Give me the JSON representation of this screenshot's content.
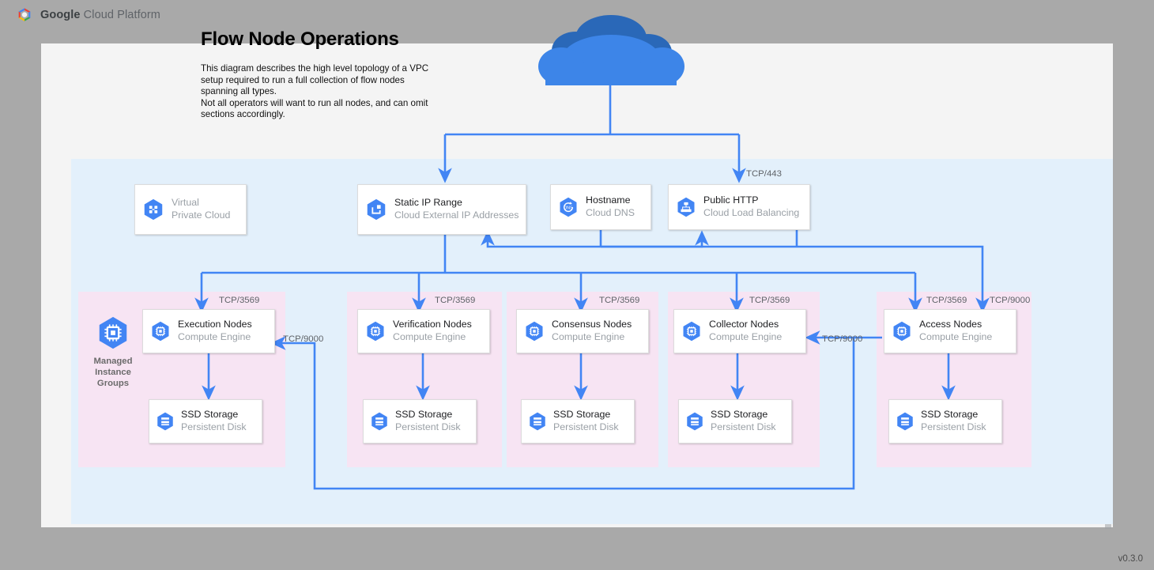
{
  "brand": {
    "google": "Google",
    "suffix": " Cloud Platform",
    "logo_icon": "google-cloud-logo-icon"
  },
  "title": "Flow Node Operations",
  "description_lines": [
    "This diagram describes the high level topology of a VPC setup required to run a full collection of flow nodes spanning all types.",
    "Not all operators will want to run all nodes, and can omit sections accordingly."
  ],
  "version": "v0.3.0",
  "internet": {
    "icon": "cloud-icon",
    "name": "internet-cloud"
  },
  "colors": {
    "page_background": "#a9a9a9",
    "canvas": "#f4f4f4",
    "vpc_region": "#e3f0fb",
    "node_group": "#f7e4f3",
    "wire": "#4285f4",
    "icon_blue": "#4285f4",
    "title_text": "#000000",
    "secondary_text": "#9aa0a6",
    "port_label_text": "#5f6368"
  },
  "top_row": [
    {
      "id": "vpc",
      "title": "Virtual Private Cloud",
      "title_line1": "Virtual",
      "title_line2": "Private Cloud",
      "subtitle": "",
      "icon": "virtual-private-cloud-icon",
      "stacked": false
    },
    {
      "id": "static-ip",
      "title": "Static IP Range",
      "title_line1": "Static IP Range",
      "title_line2": "",
      "subtitle": "Cloud External IP Addresses",
      "icon": "external-ip-address-icon",
      "stacked": true
    },
    {
      "id": "hostname",
      "title": "Hostname",
      "title_line1": "Hostname",
      "title_line2": "",
      "subtitle": "Cloud DNS",
      "icon": "cloud-dns-icon",
      "stacked": false
    },
    {
      "id": "public-http",
      "title": "Public HTTP",
      "title_line1": "Public HTTP",
      "title_line2": "",
      "subtitle": "Cloud Load Balancing",
      "icon": "cloud-load-balancing-icon",
      "stacked": false
    }
  ],
  "managed_instance_groups": {
    "label": "Managed Instance Groups",
    "label_lines": [
      "Managed",
      "Instance",
      "Groups"
    ],
    "icon": "compute-engine-icon"
  },
  "node_groups": [
    {
      "id": "execution",
      "node_title": "Execution Nodes",
      "node_subtitle": "Compute Engine",
      "node_icon": "compute-engine-icon",
      "storage_title": "SSD Storage",
      "storage_subtitle": "Persistent Disk",
      "storage_icon": "persistent-disk-icon",
      "inbound_ports": [
        "TCP/3569"
      ]
    },
    {
      "id": "verification",
      "node_title": "Verification Nodes",
      "node_subtitle": "Compute Engine",
      "node_icon": "compute-engine-icon",
      "storage_title": "SSD Storage",
      "storage_subtitle": "Persistent Disk",
      "storage_icon": "persistent-disk-icon",
      "inbound_ports": [
        "TCP/3569"
      ]
    },
    {
      "id": "consensus",
      "node_title": "Consensus Nodes",
      "node_subtitle": "Compute Engine",
      "node_icon": "compute-engine-icon",
      "storage_title": "SSD Storage",
      "storage_subtitle": "Persistent Disk",
      "storage_icon": "persistent-disk-icon",
      "inbound_ports": [
        "TCP/3569"
      ]
    },
    {
      "id": "collector",
      "node_title": "Collector Nodes",
      "node_subtitle": "Compute Engine",
      "node_icon": "compute-engine-icon",
      "storage_title": "SSD Storage",
      "storage_subtitle": "Persistent Disk",
      "storage_icon": "persistent-disk-icon",
      "inbound_ports": [
        "TCP/3569"
      ]
    },
    {
      "id": "access",
      "node_title": "Access Nodes",
      "node_subtitle": "Compute Engine",
      "node_icon": "compute-engine-icon",
      "storage_title": "SSD Storage",
      "storage_subtitle": "Persistent Disk",
      "storage_icon": "persistent-disk-icon",
      "inbound_ports": [
        "TCP/3569",
        "TCP/9000"
      ]
    }
  ],
  "connection_labels": {
    "tcp443": "TCP/443",
    "tcp3569": "TCP/3569",
    "tcp9000": "TCP/9000",
    "access_to_collector": "TCP/9000",
    "access_to_execution": "TCP/9000"
  }
}
